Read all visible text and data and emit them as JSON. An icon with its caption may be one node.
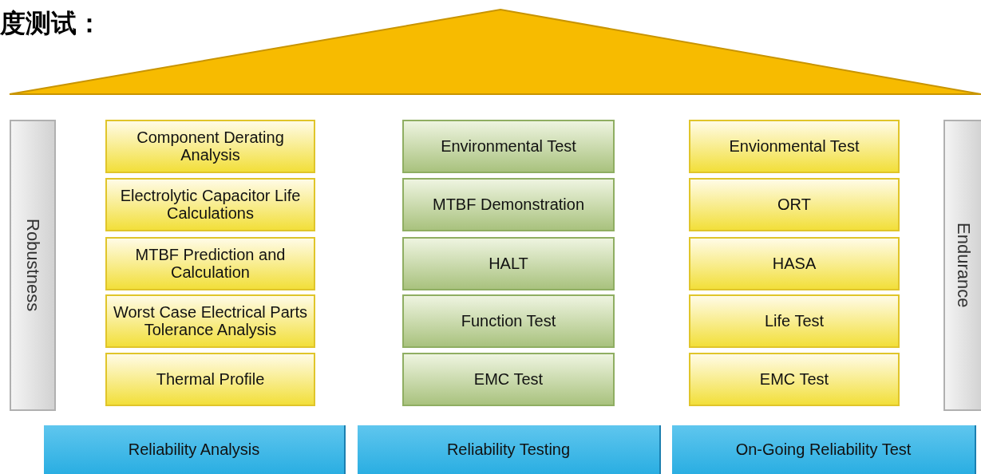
{
  "diagram": {
    "title": "度测试：",
    "nodes": [
      {
        "text": [
          "Robustness"
        ]
      },
      {
        "text": [
          "Component Derating Analysis"
        ]
      },
      {
        "text": [
          "Electrolytic Capacitor Life Calculations"
        ]
      },
      {
        "text": [
          "MTBF Prediction and Calculation"
        ]
      },
      {
        "text": [
          "Worst Case Electrical Parts Tolerance Analysis"
        ]
      },
      {
        "text": [
          "Thermal Profile"
        ]
      },
      {
        "text": [
          "Environmental Test"
        ]
      },
      {
        "text": [
          "MTBF Demonstration"
        ]
      },
      {
        "text": [
          "HALT"
        ]
      },
      {
        "text": [
          "Function Test"
        ]
      },
      {
        "text": [
          "EMC Test"
        ]
      },
      {
        "text": [
          "Envionmental Test"
        ]
      },
      {
        "text": [
          "ORT"
        ]
      },
      {
        "text": [
          "HASA"
        ]
      },
      {
        "text": [
          "Life Test"
        ]
      },
      {
        "text": [
          "EMC Test"
        ]
      },
      {
        "text": [
          "Endurance"
        ]
      },
      {
        "text": [
          "Reliability Analysis"
        ]
      },
      {
        "text": [
          "Reliability Testing"
        ]
      },
      {
        "text": [
          "On-Going Reliability Test"
        ]
      }
    ]
  }
}
